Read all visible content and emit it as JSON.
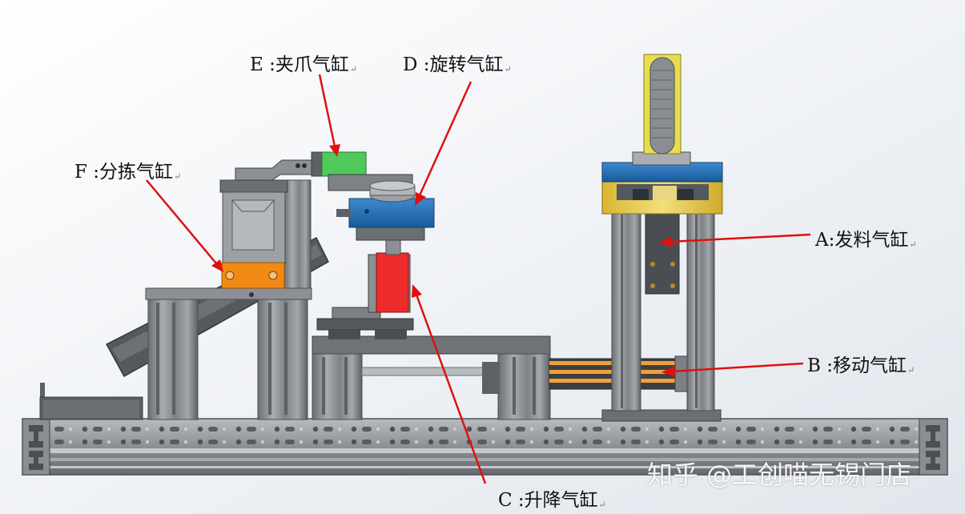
{
  "labels": {
    "a": "A:发料气缸",
    "b": "B :移动气缸",
    "c": "C :升降气缸",
    "d": "D :旋转气缸",
    "e": "E :夹爪气缸",
    "f": "F :分拣气缸"
  },
  "edit_mark": "↵",
  "watermark": "知乎 @工创喵无锡门店",
  "colors": {
    "arrow": "#e01010",
    "profile": "#8e9296",
    "profile_dark": "#5f6368",
    "blue_cylinder": "#1f6fb5",
    "yellow_mount": "#e2c44a",
    "green_gripper": "#4fc95b",
    "orange_sorter": "#f08a14",
    "red_lift": "#ee2b2b",
    "orange_rail": "#f0a03a"
  }
}
